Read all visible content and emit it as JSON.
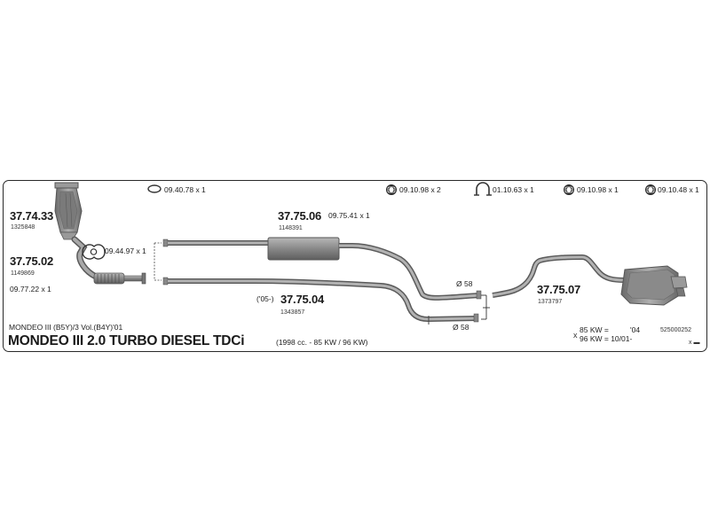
{
  "hardware_row": [
    {
      "icon": "gasket-ring-icon",
      "text": "09.40.78 x 1"
    },
    {
      "icon": "rubber-hanger-icon",
      "text": "09.10.98 x 2"
    },
    {
      "icon": "u-clamp-icon",
      "text": "01.10.63 x 1"
    },
    {
      "icon": "rubber-hanger-icon",
      "text": "09.10.98 x 1"
    },
    {
      "icon": "rubber-hanger-icon",
      "text": "09.10.48 x 1"
    }
  ],
  "parts": {
    "p1": {
      "number": "37.74.33",
      "code": "1325848"
    },
    "p2": {
      "number": "37.75.02",
      "code": "1149869",
      "extra": "09.77.22 x 1"
    },
    "p3": {
      "number": "37.75.06",
      "code": "1148391",
      "extra": "09.75.41 x 1"
    },
    "p4": {
      "number": "37.75.04",
      "code": "1343857",
      "prefix": "('05-)"
    },
    "p5": {
      "number": "37.75.07",
      "code": "1373797"
    }
  },
  "callouts": {
    "flange": "09.44.97 x 1",
    "dia_upper": "Ø 58",
    "dia_lower": "Ø 58"
  },
  "vehicle": {
    "subtitle": "MONDEO III (B5Y)/3 Vol.(B4Y)'01",
    "title": "MONDEO III 2.0 TURBO DIESEL TDCi",
    "spec": "(1998 cc. - 85 KW / 96 KW)"
  },
  "legend": {
    "marker": "x",
    "row1_kw": "85 KW =",
    "row1_year": "'04",
    "row2_kw": "96 KW = 10/01-",
    "code": "525000252",
    "bottom": "x ▬"
  },
  "colors": {
    "pipe": "#8f8f8f",
    "pipe_edge": "#555555",
    "ink": "#1a1a1a"
  }
}
